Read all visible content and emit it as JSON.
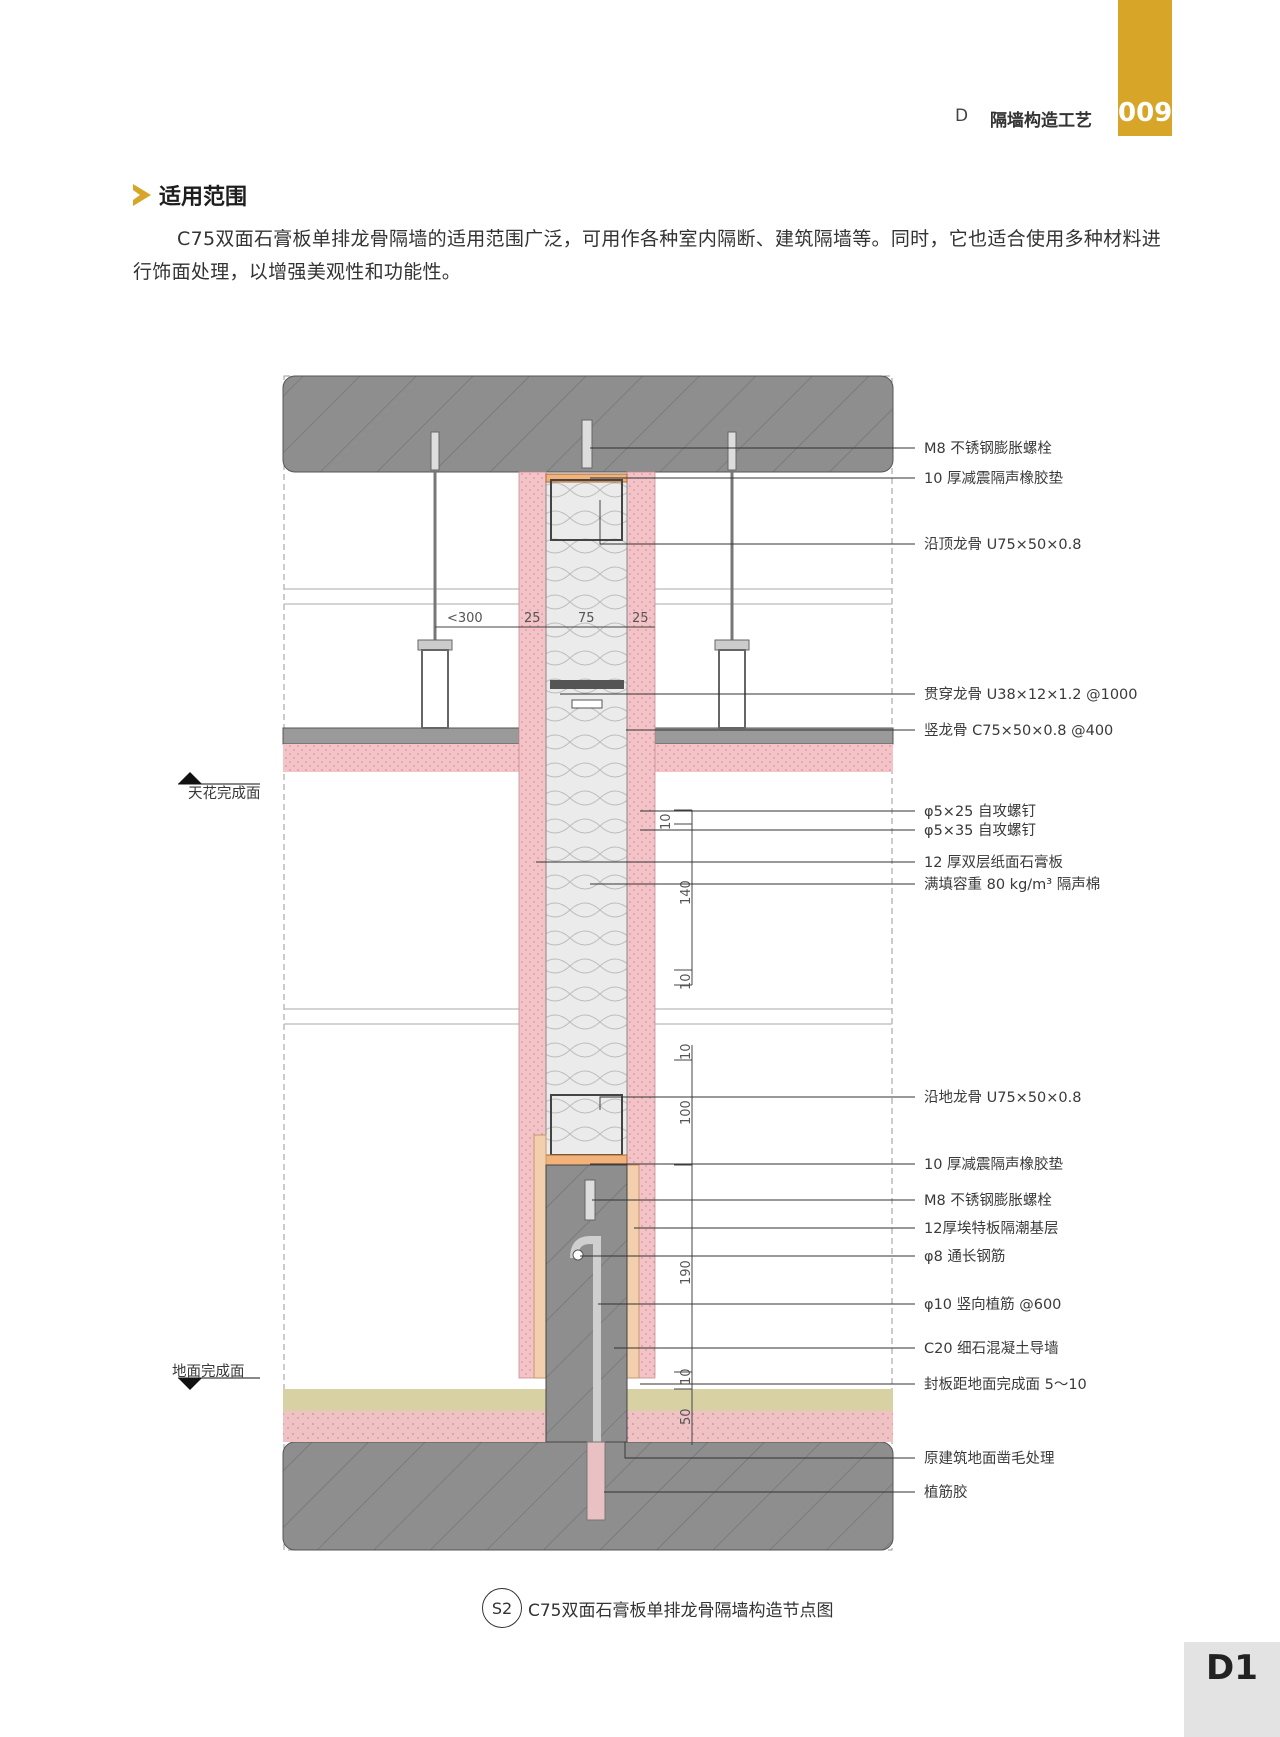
{
  "header": {
    "chapter_letter": "D",
    "chapter_title": "隔墙构造工艺",
    "page_number": "009",
    "tab_color": "#d7a628"
  },
  "section": {
    "title": "适用范围",
    "intro": "C75双面石膏板单排龙骨隔墙的适用范围广泛，可用作各种室内隔断、建筑隔墙等。同时，它也适合使用多种材料进行饰面处理，以增强美观性和功能性。"
  },
  "drawing": {
    "callouts": [
      "M8 不锈钢膨胀螺栓",
      "10 厚减震隔声橡胶垫",
      "沿顶龙骨 U75×50×0.8",
      "贯穿龙骨 U38×12×1.2 @1000",
      "竖龙骨 C75×50×0.8 @400",
      "φ5×25 自攻螺钉",
      "φ5×35 自攻螺钉",
      "12 厚双层纸面石膏板",
      "满填容重 80 kg/m³ 隔声棉",
      "沿地龙骨 U75×50×0.8",
      "10 厚减震隔声橡胶垫",
      "M8 不锈钢膨胀螺栓",
      "12厚埃特板隔潮基层",
      "φ8 通长钢筋",
      "φ10 竖向植筋 @600",
      "C20 细石混凝土导墙",
      "封板距地面完成面 5～10",
      "原建筑地面凿毛处理",
      "植筋胶"
    ],
    "levels": {
      "ceiling": "天花完成面",
      "floor": "地面完成面"
    },
    "dimensions_top": [
      "<300",
      "25",
      "75",
      "25"
    ],
    "dimensions_vertical_upper": [
      "10",
      "140",
      "10"
    ],
    "dimensions_vertical_lower": [
      "10",
      "100",
      "190",
      "10",
      "50"
    ],
    "colors": {
      "concrete": "#8e8e8e",
      "gypsum": "#f4c3c8",
      "wood_pad": "#f2b27a",
      "insulation": "#e3e3e3"
    }
  },
  "caption": {
    "badge": "S2",
    "text": "C75双面石膏板单排龙骨隔墙构造节点图"
  },
  "corner_tab": "D1"
}
